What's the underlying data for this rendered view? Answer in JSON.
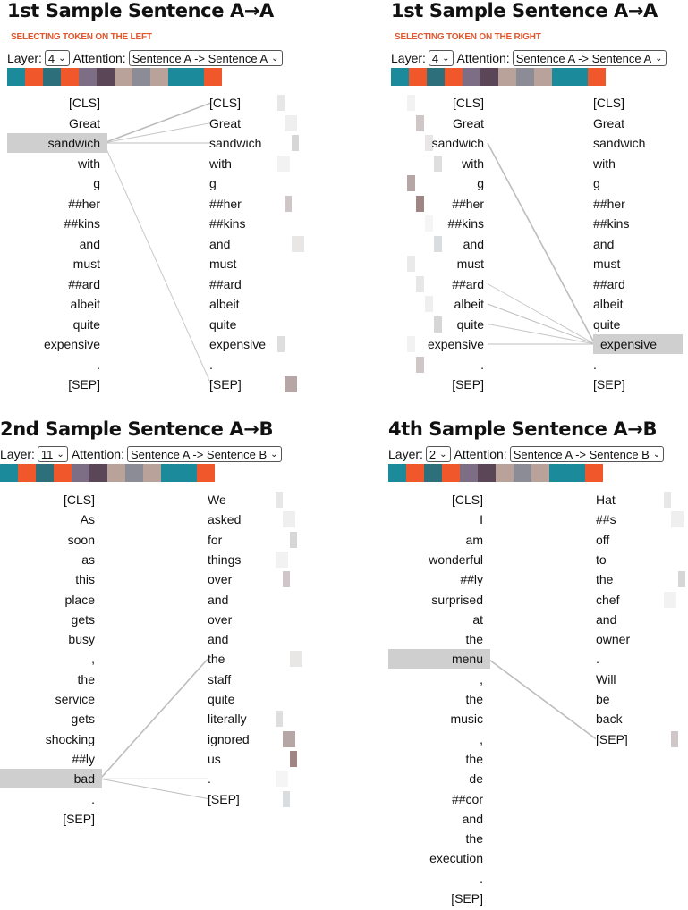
{
  "palette": {
    "teal": "#1b8a9a",
    "orange": "#f0582c",
    "dark_teal": "#2e6f7c",
    "slate": "#7d6e86",
    "dark_mauve": "#5a4656",
    "tan": "#b8a29a",
    "gray": "#8c8c96",
    "highlight": "#cfcfcf"
  },
  "panels": [
    {
      "title": "1st Sample Sentence A→A",
      "subtitle": "SELECTING TOKEN ON THE LEFT",
      "layer_label": "Layer:",
      "layer_value": "4",
      "attention_label": "Attention:",
      "attention_value": "Sentence A -> Sentence A",
      "swatches": [
        "teal",
        "orange",
        "dark_teal",
        "orange",
        "slate",
        "dark_mauve",
        "tan",
        "gray",
        "tan",
        "teal",
        "teal",
        "orange"
      ],
      "left_tokens": [
        "[CLS]",
        "Great",
        "sandwich",
        "with",
        "g",
        "##her",
        "##kins",
        "and",
        "must",
        "##ard",
        "albeit",
        "quite",
        "expensive",
        ".",
        "[SEP]"
      ],
      "right_tokens": [
        "[CLS]",
        "Great",
        "sandwich",
        "with",
        "g",
        "##her",
        "##kins",
        "and",
        "must",
        "##ard",
        "albeit",
        "quite",
        "expensive",
        ".",
        "[SEP]"
      ],
      "selected_side": "left",
      "selected_index": 2,
      "attention_to": [
        0,
        1,
        2,
        14
      ],
      "heat_right": [
        0,
        1,
        2,
        3,
        5,
        7,
        12,
        14
      ],
      "heat_left": []
    },
    {
      "title": "1st Sample Sentence A→A",
      "subtitle": "SELECTING TOKEN ON THE RIGHT",
      "layer_label": "Layer:",
      "layer_value": "4",
      "attention_label": "Attention:",
      "attention_value": "Sentence A -> Sentence A",
      "swatches": [
        "teal",
        "orange",
        "dark_teal",
        "orange",
        "slate",
        "dark_mauve",
        "tan",
        "gray",
        "tan",
        "teal",
        "teal",
        "orange"
      ],
      "left_tokens": [
        "[CLS]",
        "Great",
        "sandwich",
        "with",
        "g",
        "##her",
        "##kins",
        "and",
        "must",
        "##ard",
        "albeit",
        "quite",
        "expensive",
        ".",
        "[SEP]"
      ],
      "right_tokens": [
        "[CLS]",
        "Great",
        "sandwich",
        "with",
        "g",
        "##her",
        "##kins",
        "and",
        "must",
        "##ard",
        "albeit",
        "quite",
        "expensive",
        ".",
        "[SEP]"
      ],
      "selected_side": "right",
      "selected_index": 12,
      "attention_to": [
        2,
        9,
        10,
        11,
        12
      ],
      "heat_right": [],
      "heat_left": [
        0,
        1,
        2,
        3,
        4,
        5,
        6,
        7,
        8,
        9,
        10,
        11,
        12,
        13
      ]
    },
    {
      "title": "2nd Sample Sentence A→B",
      "subtitle": "",
      "layer_label": "Layer:",
      "layer_value": "11",
      "attention_label": "Attention:",
      "attention_value": "Sentence A -> Sentence B",
      "swatches": [
        "teal",
        "orange",
        "dark_teal",
        "orange",
        "slate",
        "dark_mauve",
        "tan",
        "gray",
        "tan",
        "teal",
        "teal",
        "orange"
      ],
      "left_tokens": [
        "[CLS]",
        "As",
        "soon",
        "as",
        "this",
        "place",
        "gets",
        "busy",
        ",",
        "the",
        "service",
        "gets",
        "shocking",
        "##ly",
        "bad",
        ".",
        "[SEP]"
      ],
      "right_tokens": [
        "We",
        "asked",
        "for",
        "things",
        "over",
        "and",
        "over",
        "and",
        "the",
        "staff",
        "quite",
        "literally",
        "ignored",
        "us",
        ".",
        "[SEP]"
      ],
      "selected_side": "left",
      "selected_index": 14,
      "attention_to": [
        8,
        14,
        15
      ],
      "heat_right": [
        0,
        1,
        2,
        3,
        4,
        8,
        11,
        12,
        13,
        14,
        15
      ],
      "heat_left": []
    },
    {
      "title": "4th Sample Sentence A→B",
      "subtitle": "",
      "layer_label": "Layer:",
      "layer_value": "2",
      "attention_label": "Attention:",
      "attention_value": "Sentence A -> Sentence B",
      "swatches": [
        "teal",
        "orange",
        "dark_teal",
        "orange",
        "slate",
        "dark_mauve",
        "tan",
        "gray",
        "tan",
        "teal",
        "teal",
        "orange"
      ],
      "left_tokens": [
        "[CLS]",
        "I",
        "am",
        "wonderful",
        "##ly",
        "surprised",
        "at",
        "the",
        "menu",
        ",",
        "the",
        "music",
        ",",
        "the",
        "de",
        "##cor",
        "and",
        "the",
        "execution",
        ".",
        "[SEP]"
      ],
      "right_tokens": [
        "Hat",
        "##s",
        "off",
        "to",
        "the",
        "chef",
        "and",
        "owner",
        ".",
        "Will",
        "be",
        "back",
        "[SEP]"
      ],
      "selected_side": "left",
      "selected_index": 8,
      "attention_to": [
        12
      ],
      "heat_right": [
        0,
        1,
        4,
        5,
        12
      ],
      "heat_left": []
    }
  ]
}
